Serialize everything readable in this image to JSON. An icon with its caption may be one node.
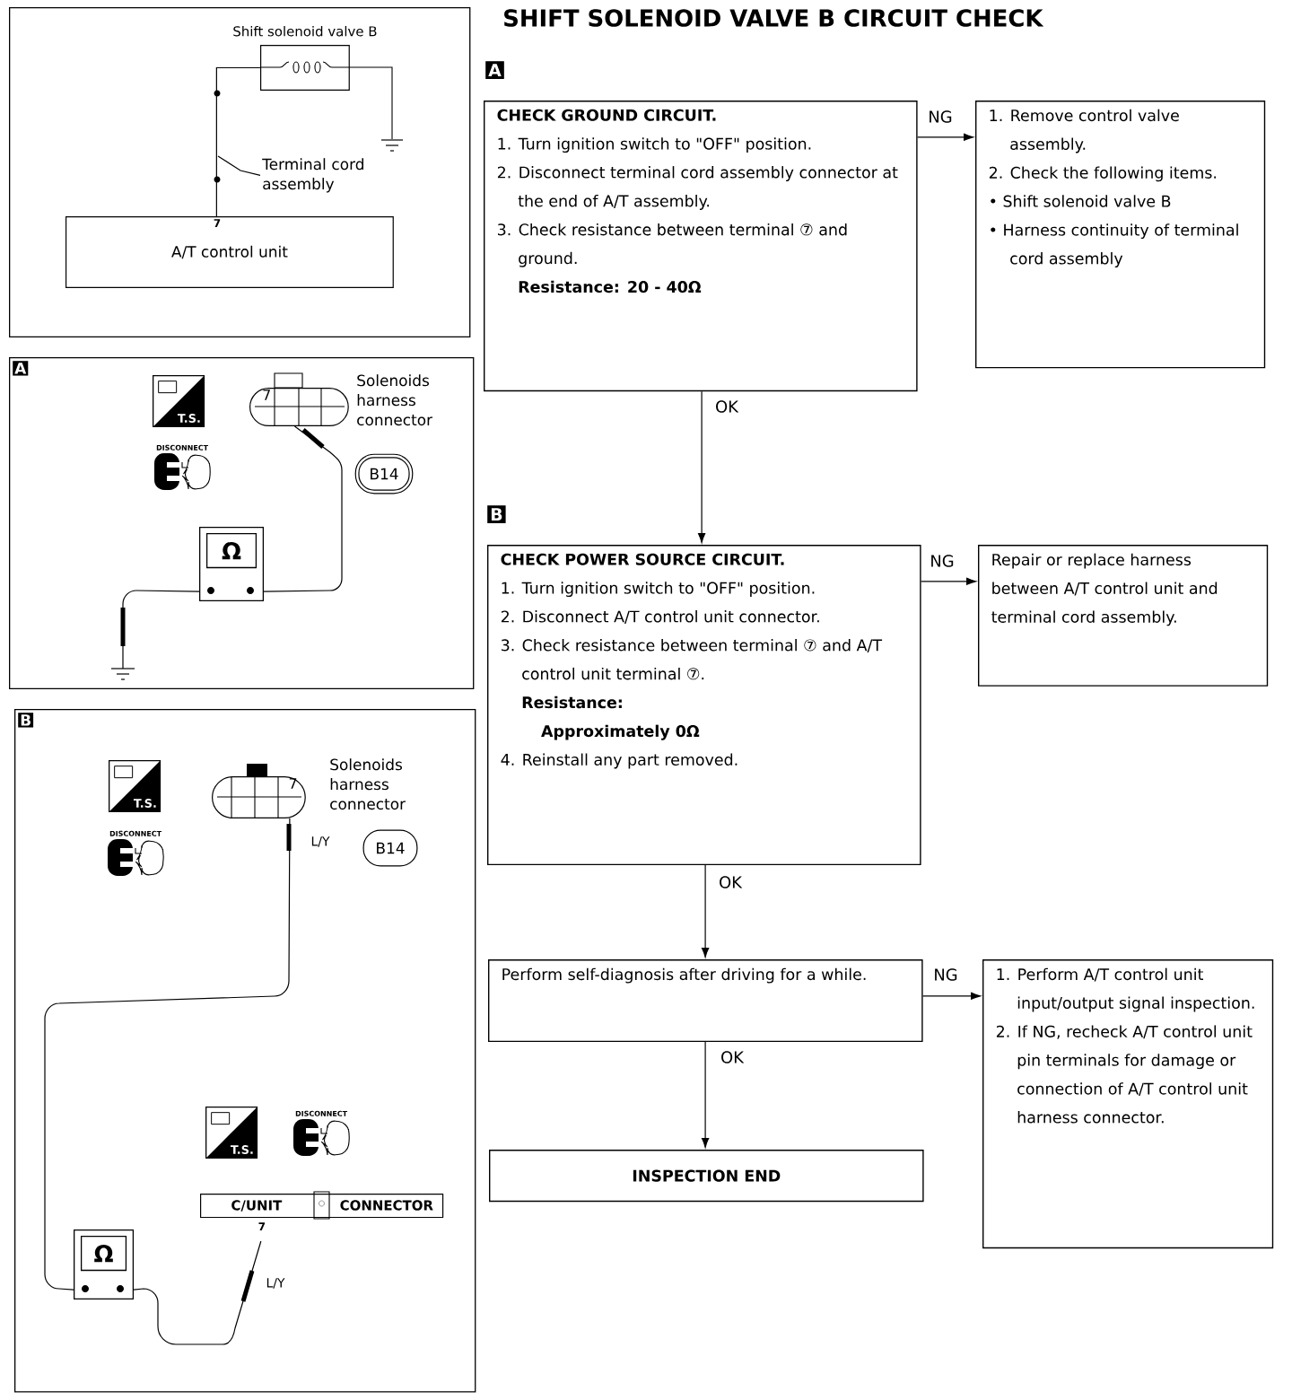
{
  "diagram": {
    "title": "SHIFT SOLENOID VALVE B CIRCUIT CHECK",
    "nodes": [
      {
        "text": [
          "CHECK GROUND CIRCUIT.",
          "1. Turn ignition switch to \"OFF\" position.",
          "2. Disconnect terminal cord assembly connector at the end of A/T assembly.",
          "3. Check resistance between terminal ⑦ and ground.",
          "Resistance: 20 - 40Ω"
        ]
      },
      {
        "text": [
          "1. Remove control valve assembly.",
          "2. Check the following items.",
          "• Shift solenoid valve B",
          "• Harness continuity of terminal cord assembly"
        ]
      },
      {
        "text": [
          "CHECK POWER SOURCE CIRCUIT.",
          "1. Turn ignition switch to \"OFF\" position.",
          "2. Disconnect A/T control unit connector.",
          "3. Check resistance between terminal ⑦ and A/T control unit terminal ⑦.",
          "Resistance:",
          "Approximately 0Ω",
          "4. Reinstall any part removed."
        ]
      },
      {
        "text": [
          "Repair or replace harness between A/T control unit and terminal cord assembly."
        ]
      },
      {
        "text": [
          "Perform self-diagnosis after driving for a while."
        ]
      },
      {
        "text": [
          "1. Perform A/T control unit input/output signal inspection.",
          "2. If NG, recheck A/T control unit pin terminals for damage or connection of A/T control unit harness connector."
        ]
      },
      {
        "text": [
          "INSPECTION END"
        ]
      },
      {
        "text": [],
        "shape": "box"
      },
      {
        "text": [
          "Shift solenoid valve B"
        ],
        "in": 7
      },
      {
        "text": [
          "7",
          "A/T control unit"
        ],
        "in": 7
      },
      {
        "text": [
          "Terminal cord assembly"
        ],
        "in": 7
      },
      {
        "text": [
          "A"
        ]
      },
      {
        "text": [
          "T.S."
        ],
        "in": 11
      },
      {
        "text": [
          "DISCONNECT"
        ],
        "in": 11
      },
      {
        "text": [
          "7"
        ],
        "in": 11
      },
      {
        "text": [
          "B14"
        ],
        "in": 11
      },
      {
        "text": [
          "Ω"
        ],
        "in": 11
      },
      {
        "text": [],
        "shape": "ground",
        "in": 11
      },
      {
        "text": [
          "B"
        ]
      },
      {
        "text": [
          "T.S."
        ],
        "in": 18
      },
      {
        "text": [
          "DISCONNECT"
        ],
        "in": 18
      },
      {
        "text": [
          "7"
        ],
        "in": 18
      },
      {
        "text": [
          "B14"
        ],
        "in": 18
      },
      {
        "text": [
          "T.S."
        ],
        "in": 18
      },
      {
        "text": [
          "DISCONNECT"
        ],
        "in": 18
      },
      {
        "text": [
          "C/UNIT",
          "CONNECTOR"
        ],
        "beside": [
          "7"
        ],
        "in": 18
      },
      {
        "text": [
          "Ω"
        ],
        "in": 18
      }
    ],
    "edges": [
      {
        "from": 0,
        "to": 1,
        "arrow": "to",
        "label": "NG"
      },
      {
        "from": 0,
        "to": 2,
        "arrow": "to",
        "label": "OK"
      },
      {
        "from": 2,
        "to": 3,
        "arrow": "to",
        "label": "NG"
      },
      {
        "from": 2,
        "to": 4,
        "arrow": "to",
        "label": "OK"
      },
      {
        "from": 4,
        "to": 5,
        "arrow": "to",
        "label": "NG"
      },
      {
        "from": 4,
        "to": 6,
        "arrow": "to",
        "label": "OK"
      },
      {
        "from": 8,
        "to": 9,
        "arrow": "none"
      },
      {
        "from": 10,
        "to": null,
        "arrow": "none"
      },
      {
        "from": 16,
        "to": 14,
        "arrow": "none"
      },
      {
        "from": 16,
        "to": 17,
        "arrow": "none"
      },
      {
        "from": 26,
        "to": 21,
        "arrow": "none",
        "label": "L/Y"
      },
      {
        "from": 26,
        "to": 25,
        "arrow": "none",
        "label": "L/Y"
      }
    ],
    "labels": [
      "A",
      "B",
      "Solenoids harness connector",
      "Solenoids harness connector"
    ]
  }
}
